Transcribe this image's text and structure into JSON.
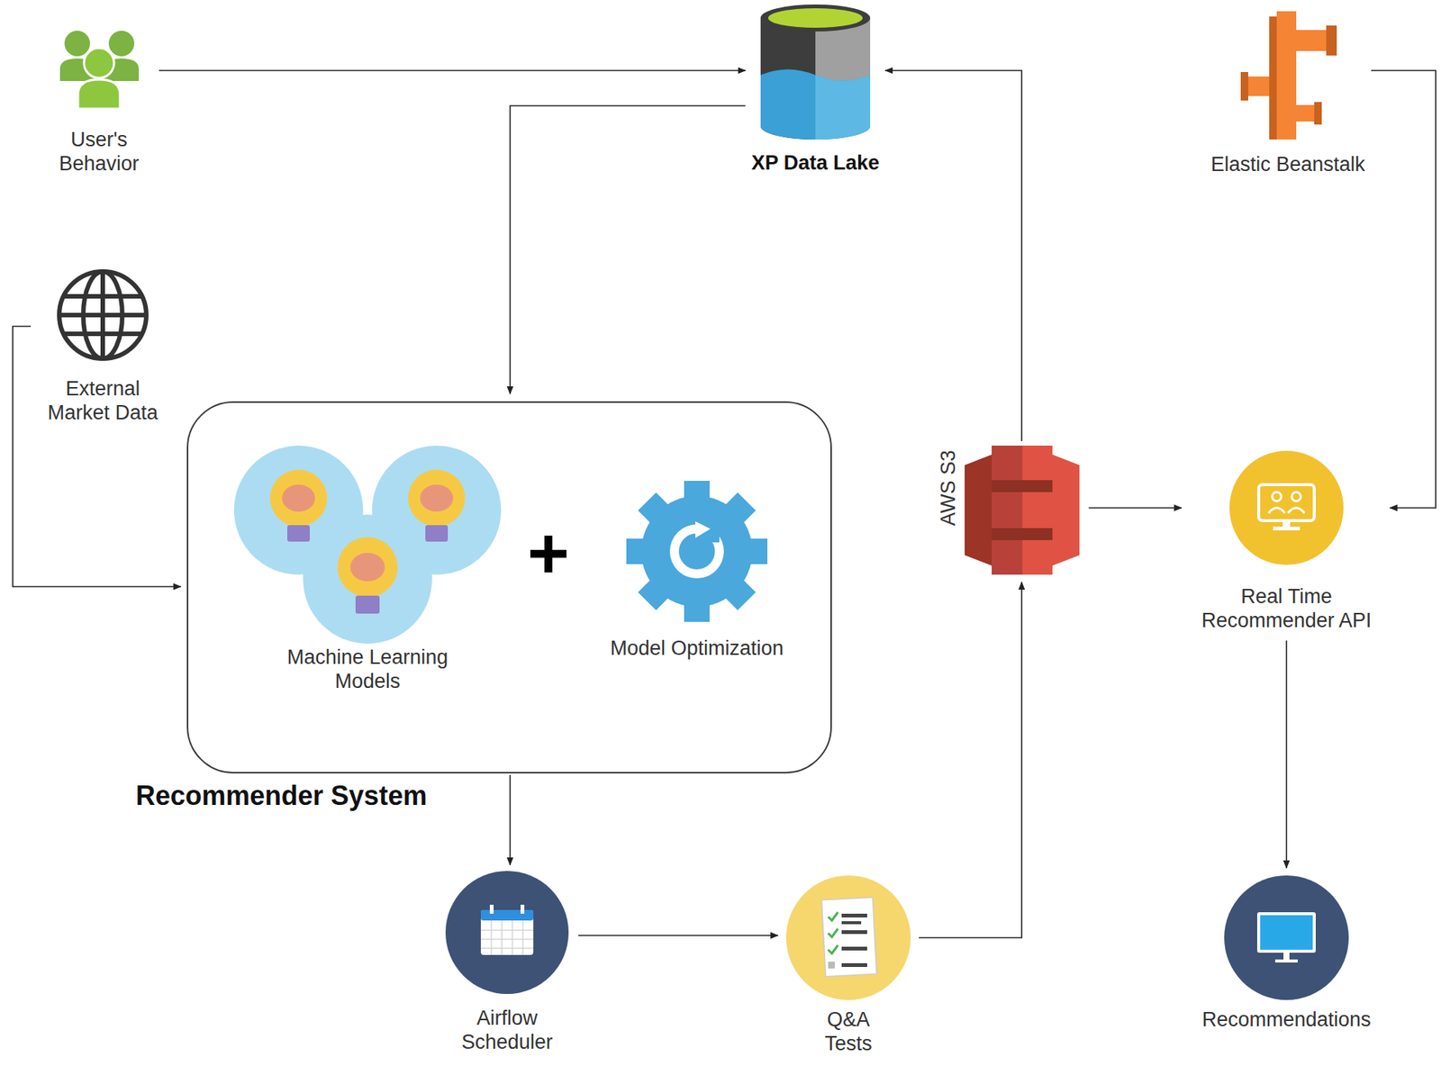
{
  "diagram": {
    "nodes": [
      {
        "text": [
          "User's Behavior"
        ]
      },
      {
        "text": [
          "XP Data Lake"
        ]
      },
      {
        "text": [
          "Elastic Beanstalk"
        ]
      },
      {
        "text": [
          "External Market Data"
        ]
      },
      {
        "text": [
          "Recommender System"
        ]
      },
      {
        "text": [
          "Machine Learning Models"
        ],
        "in": 4
      },
      {
        "text": [
          "Model Optimization"
        ],
        "in": 4
      },
      {
        "text": [
          "AWS S3"
        ]
      },
      {
        "text": [
          "Real Time Recommender API"
        ]
      },
      {
        "text": [
          "Airflow Scheduler"
        ]
      },
      {
        "text": [
          "Q&A Tests"
        ]
      },
      {
        "text": [
          "Recommendations"
        ]
      }
    ],
    "edges": [
      {
        "from": 0,
        "to": 1,
        "arrow": "to"
      },
      {
        "from": 1,
        "to": 4,
        "arrow": "to"
      },
      {
        "from": 3,
        "to": 4,
        "arrow": "to"
      },
      {
        "from": 4,
        "to": 9,
        "arrow": "to"
      },
      {
        "from": 9,
        "to": 10,
        "arrow": "to"
      },
      {
        "from": 10,
        "to": 7,
        "arrow": "to"
      },
      {
        "from": 7,
        "to": 1,
        "arrow": "to"
      },
      {
        "from": 7,
        "to": 8,
        "arrow": "to"
      },
      {
        "from": 2,
        "to": 8,
        "arrow": "to"
      },
      {
        "from": 8,
        "to": 11,
        "arrow": "to"
      }
    ],
    "labels": [
      "+"
    ]
  }
}
